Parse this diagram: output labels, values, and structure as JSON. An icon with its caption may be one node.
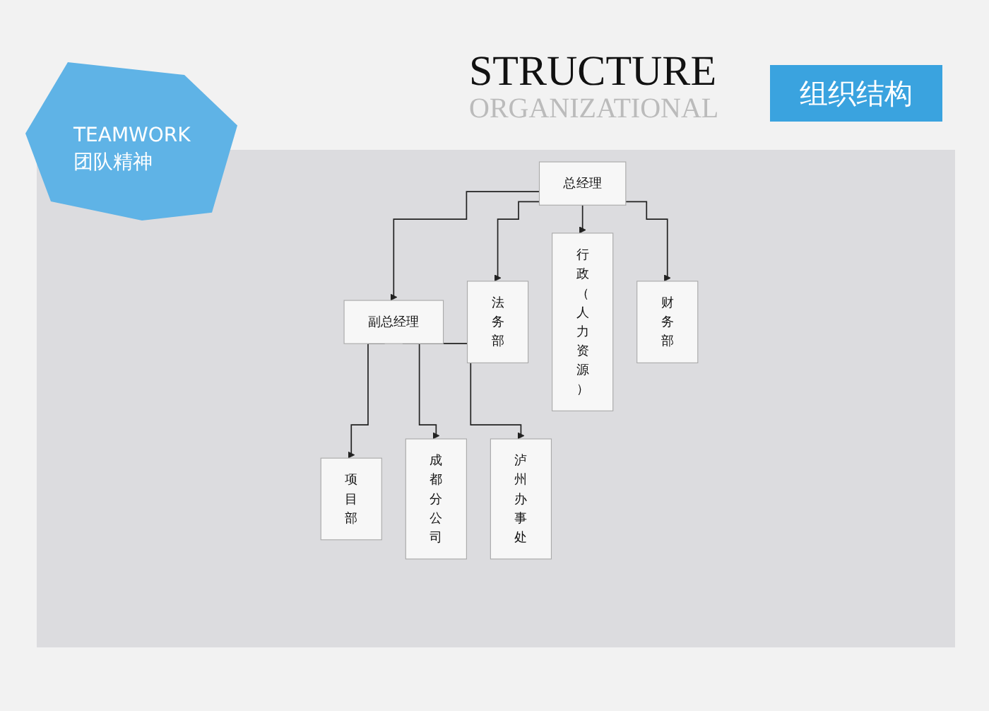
{
  "diagram": {
    "nodes": [
      {
        "text": [
          "总经理"
        ]
      },
      {
        "text": [
          "副总经理"
        ]
      },
      {
        "text": [
          "项目部"
        ]
      },
      {
        "text": [
          "成都分公司"
        ]
      },
      {
        "text": [
          "泸州办事处"
        ]
      },
      {
        "text": [
          "法务部"
        ]
      },
      {
        "text": [
          "行政（人力资源）"
        ]
      },
      {
        "text": [
          "财务部"
        ]
      }
    ],
    "edges": [
      {
        "from": 0,
        "to": 1,
        "arrow": "to"
      },
      {
        "from": 0,
        "to": 5,
        "arrow": "to"
      },
      {
        "from": 0,
        "to": 6,
        "arrow": "to"
      },
      {
        "from": 0,
        "to": 7,
        "arrow": "to"
      },
      {
        "from": 1,
        "to": 2,
        "arrow": "to"
      },
      {
        "from": 1,
        "to": 3,
        "arrow": "to"
      },
      {
        "from": 1,
        "to": 4,
        "arrow": "to"
      }
    ],
    "labels": [
      "TEAMWORK",
      "团队精神",
      "STRUCTURE",
      "ORGANIZATIONAL",
      "组织结构"
    ]
  }
}
